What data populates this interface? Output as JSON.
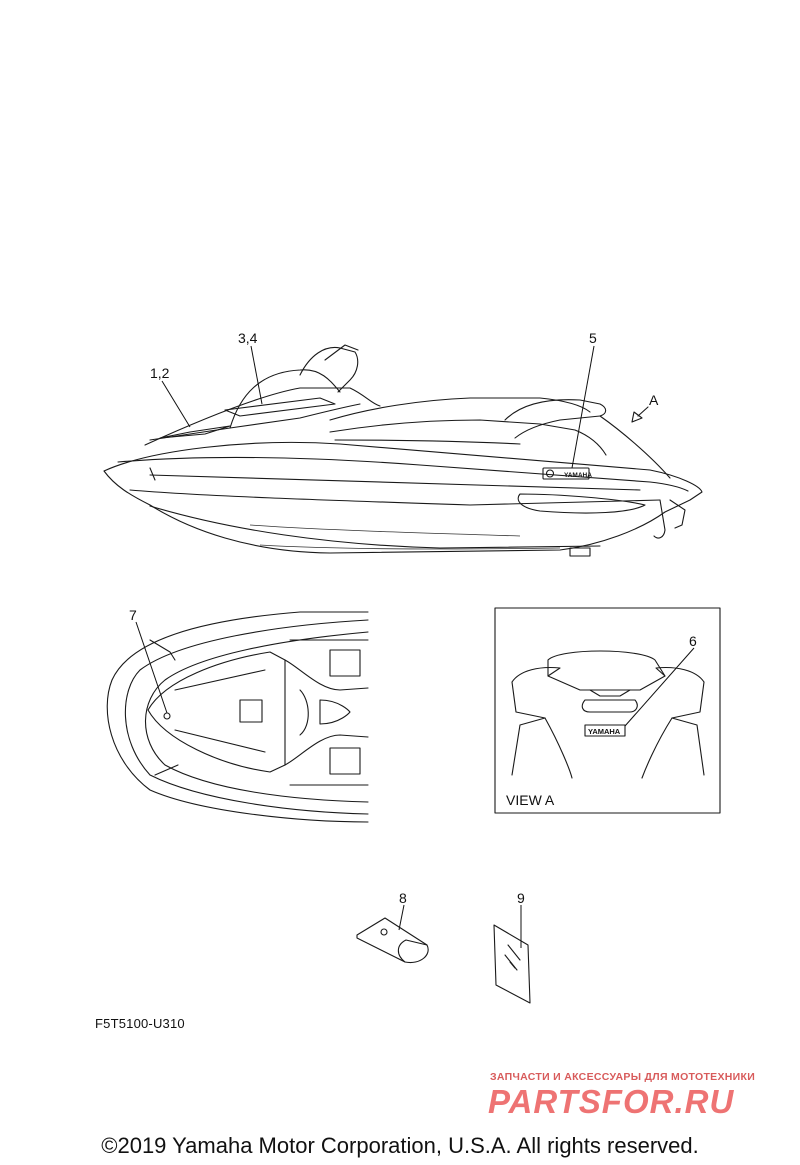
{
  "callouts": {
    "c12": "1,2",
    "c34": "3,4",
    "c5": "5",
    "cA": "A",
    "c7": "7",
    "c6": "6",
    "c8": "8",
    "c9": "9"
  },
  "decals": {
    "hull_logo": "YAMAHA",
    "view_logo": "YAMAHA"
  },
  "view_label": "VIEW A",
  "diagram_code": "F5T5100-U310",
  "copyright": "©2019 Yamaha Motor Corporation, U.S.A. All rights reserved.",
  "watermark": {
    "tagline": "ЗАПЧАСТИ И АКСЕССУАРЫ ДЛЯ МОТОТЕХНИКИ",
    "logo": "PARTSFOR.RU",
    "color": "#ec5b5b"
  }
}
